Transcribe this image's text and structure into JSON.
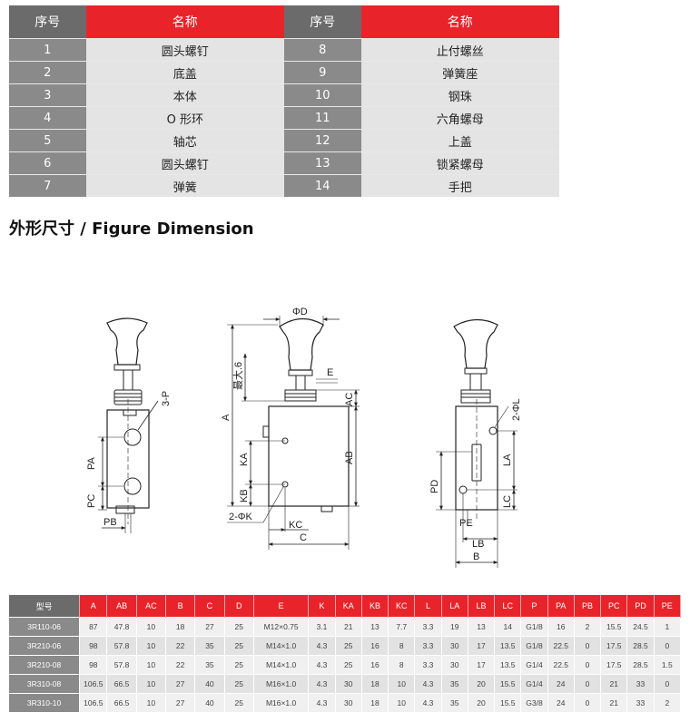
{
  "parts_table": {
    "headers": [
      "序号",
      "名称",
      "序号",
      "名称"
    ],
    "rows": [
      {
        "no1": "1",
        "name1": "圆头螺钉",
        "no2": "8",
        "name2": "止付螺丝"
      },
      {
        "no1": "2",
        "name1": "底盖",
        "no2": "9",
        "name2": "弹簧座"
      },
      {
        "no1": "3",
        "name1": "本体",
        "no2": "10",
        "name2": "钢珠"
      },
      {
        "no1": "4",
        "name1": "O 形环",
        "no2": "11",
        "name2": "六角螺母"
      },
      {
        "no1": "5",
        "name1": "轴芯",
        "no2": "12",
        "name2": "上盖"
      },
      {
        "no1": "6",
        "name1": "圆头螺钉",
        "no2": "13",
        "name2": "锁紧螺母"
      },
      {
        "no1": "7",
        "name1": "弹簧",
        "no2": "14",
        "name2": "手把"
      }
    ]
  },
  "section_title": "外形尺寸 / Figure Dimension",
  "drawing_labels": {
    "left": {
      "port": "3-P",
      "pa": "PA",
      "pc": "PC",
      "pb": "PB"
    },
    "middle": {
      "phi_d": "ΦD",
      "max6": "最大.6",
      "a": "A",
      "e": "E",
      "ac": "AC",
      "ka": "KA",
      "ab": "AB",
      "kb": "KB",
      "phi_k": "2-ΦK",
      "kc": "KC",
      "c": "C"
    },
    "right": {
      "phi_l": "2-ΦL",
      "la": "LA",
      "lc": "LC",
      "pd": "PD",
      "pe": "PE",
      "lb": "LB",
      "b": "B"
    }
  },
  "spec_table": {
    "headers": [
      "型号",
      "A",
      "AB",
      "AC",
      "B",
      "C",
      "D",
      "E",
      "K",
      "KA",
      "KB",
      "KC",
      "L",
      "LA",
      "LB",
      "LC",
      "P",
      "PA",
      "PB",
      "PC",
      "PD",
      "PE"
    ],
    "rows": [
      [
        "3R110-06",
        "87",
        "47.8",
        "10",
        "18",
        "27",
        "25",
        "M12×0.75",
        "3.1",
        "21",
        "13",
        "7.7",
        "3.3",
        "19",
        "13",
        "14",
        "G1/8",
        "16",
        "2",
        "15.5",
        "24.5",
        "1"
      ],
      [
        "3R210-06",
        "98",
        "57.8",
        "10",
        "22",
        "35",
        "25",
        "M14×1.0",
        "4.3",
        "25",
        "16",
        "8",
        "3.3",
        "30",
        "17",
        "13.5",
        "G1/8",
        "22.5",
        "0",
        "17.5",
        "28.5",
        "0"
      ],
      [
        "3R210-08",
        "98",
        "57.8",
        "10",
        "22",
        "35",
        "25",
        "M14×1.0",
        "4.3",
        "25",
        "16",
        "8",
        "3.3",
        "30",
        "17",
        "13.5",
        "G1/4",
        "22.5",
        "0",
        "17.5",
        "28.5",
        "1.5"
      ],
      [
        "3R310-08",
        "106.5",
        "66.5",
        "10",
        "27",
        "40",
        "25",
        "M16×1.0",
        "4.3",
        "30",
        "18",
        "10",
        "4.3",
        "35",
        "20",
        "15.5",
        "G1/4",
        "24",
        "0",
        "21",
        "33",
        "0"
      ],
      [
        "3R310-10",
        "106.5",
        "66.5",
        "10",
        "27",
        "40",
        "25",
        "M16×1.0",
        "4.3",
        "30",
        "18",
        "10",
        "4.3",
        "35",
        "20",
        "15.5",
        "G3/8",
        "24",
        "0",
        "21",
        "33",
        "2"
      ]
    ]
  }
}
